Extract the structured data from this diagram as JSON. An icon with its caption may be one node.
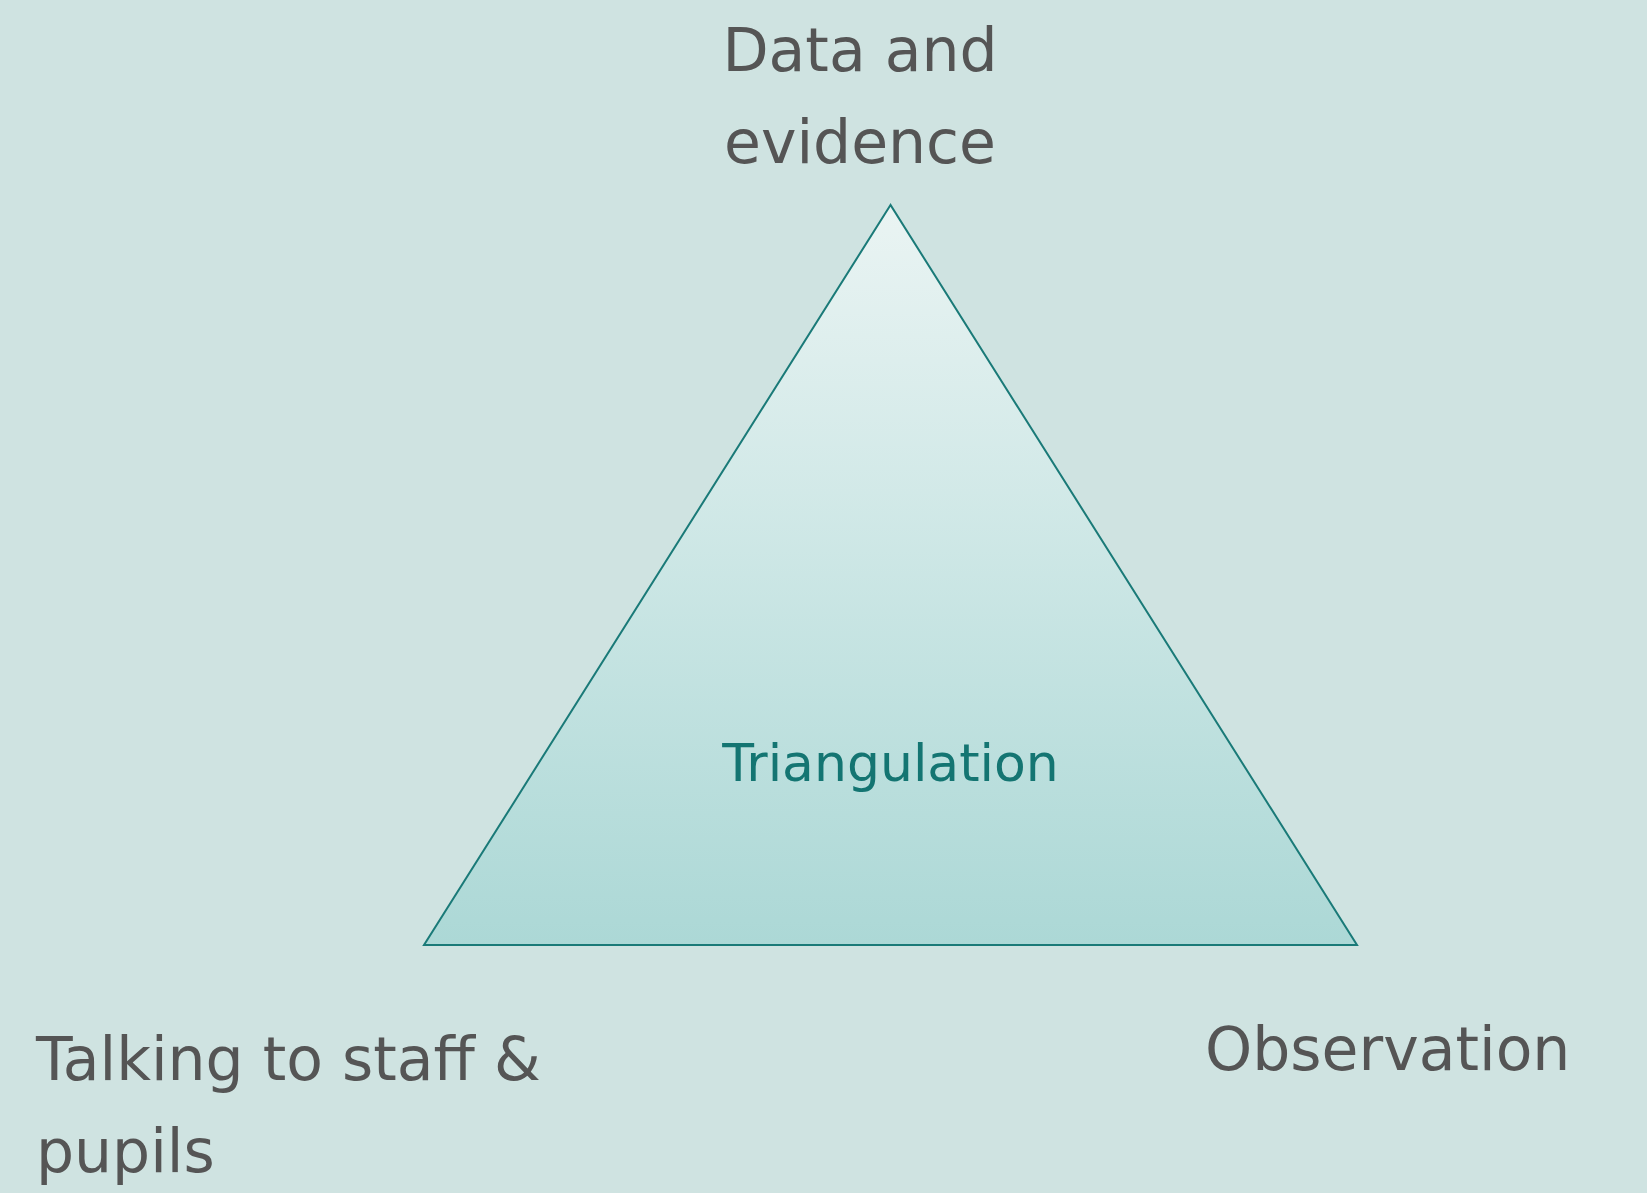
{
  "diagram": {
    "nodes": [
      {
        "text": [
          "Triangulation"
        ]
      }
    ],
    "labels": [
      "Data and evidence",
      "Talking to staff & pupils",
      "Observation"
    ]
  }
}
